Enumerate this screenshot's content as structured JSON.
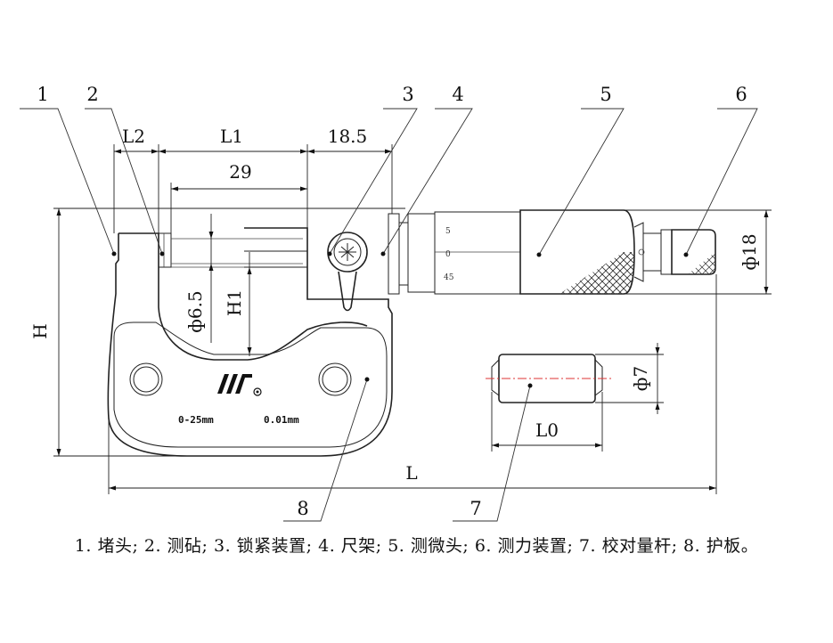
{
  "diagram": {
    "callouts": [
      "1",
      "2",
      "3",
      "4",
      "5",
      "6",
      "7",
      "8"
    ],
    "dimensions": {
      "L2": "L2",
      "L1": "L1",
      "d18_5": "18.5",
      "d29": "29",
      "phi6_5": "ф6.5",
      "H1": "H1",
      "H": "H",
      "phi18": "ф18",
      "phi7": "ф7",
      "L0": "L0",
      "L": "L"
    },
    "plate_range": "0-25mm",
    "plate_resolution": "0.01mm",
    "thimble_marks": [
      "5",
      "0",
      "45"
    ]
  },
  "caption": "1. 堵头; 2. 测砧; 3. 锁紧装置; 4. 尺架; 5. 测微头; 6. 测力装置; 7. 校对量杆; 8. 护板。"
}
